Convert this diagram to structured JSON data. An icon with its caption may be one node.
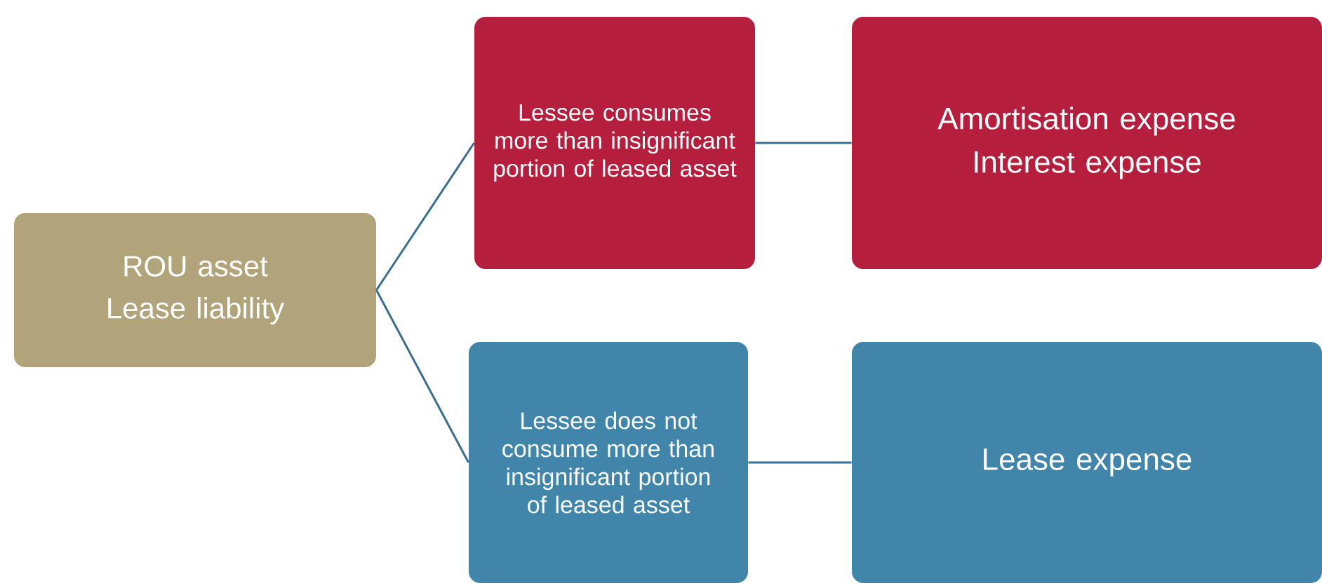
{
  "diagram": {
    "nodes": [
      {
        "text": [
          "ROU asset",
          "Lease liability"
        ]
      },
      {
        "text": [
          "Lessee consumes more than insignificant portion of leased asset"
        ]
      },
      {
        "text": [
          "Amortisation expense",
          "Interest expense"
        ]
      },
      {
        "text": [
          "Lessee does not consume more than insignificant portion of leased asset"
        ]
      },
      {
        "text": [
          "Lease expense"
        ]
      }
    ],
    "edges": [
      {
        "from": 0,
        "to": 1,
        "arrow": "none"
      },
      {
        "from": 0,
        "to": 3,
        "arrow": "none"
      },
      {
        "from": 1,
        "to": 2,
        "arrow": "none"
      },
      {
        "from": 3,
        "to": 4,
        "arrow": "none"
      }
    ]
  }
}
